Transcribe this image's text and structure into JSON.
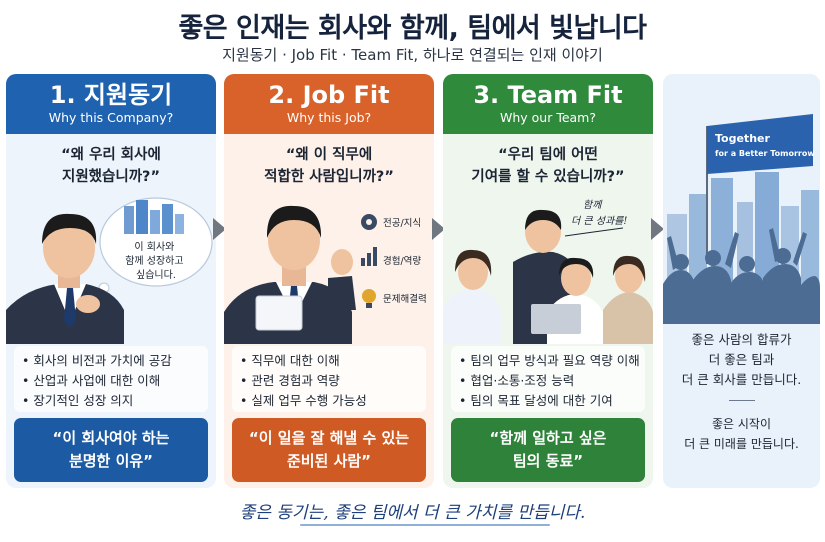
{
  "header": {
    "title": "좋은 인재는 회사와 함께, 팀에서 빛납니다",
    "subtitle": "지원동기 · Job Fit · Team Fit, 하나로 연결되는 인재 이야기"
  },
  "panels": [
    {
      "heading": "1. 지원동기",
      "subheading": "Why this Company?",
      "question": [
        "“왜 우리 회사에",
        "지원했습니까?”"
      ],
      "thought_bubble": [
        "이 회사와",
        "함께 성장하고",
        "싶습니다."
      ],
      "bullets": [
        "회사의 비전과 가치에 공감",
        "산업과 사업에 대한 이해",
        "장기적인 성장 의지"
      ],
      "callout": [
        "“이 회사여야 하는",
        "분명한 이유”"
      ],
      "color": "#1f63b0"
    },
    {
      "heading": "2. Job Fit",
      "subheading": "Why this Job?",
      "question": [
        "“왜 이 직무에",
        "적합한 사람입니까?”"
      ],
      "skills": [
        "전공/지식",
        "경험/역량",
        "문제해결력"
      ],
      "bullets": [
        "직무에 대한 이해",
        "관련 경험과 역량",
        "실제 업무 수행 가능성"
      ],
      "callout": [
        "“이 일을 잘 해낼 수 있는",
        "준비된 사람”"
      ],
      "color": "#d9612a"
    },
    {
      "heading": "3. Team Fit",
      "subheading": "Why our Team?",
      "question": [
        "“우리 팀에 어떤",
        "기여를 할 수 있습니까?”"
      ],
      "handwritten": [
        "함께",
        "더 큰 성과를!"
      ],
      "bullets": [
        "팀의 업무 방식과 필요 역량 이해",
        "협업·소통·조정 능력",
        "팀의 목표 달성에 대한 기여"
      ],
      "callout": [
        "“함께 일하고 싶은",
        "팀의 동료”"
      ],
      "color": "#2f8a3c"
    }
  ],
  "outcome": {
    "flag": [
      "Together",
      "for a Better Tomorrow"
    ],
    "message": [
      "좋은 사람의 합류가",
      "더 좋은 팀과",
      "더 큰 회사를 만듭니다."
    ],
    "closing": [
      "좋은 시작이",
      "더 큰 미래를 만듭니다."
    ]
  },
  "footer": "좋은 동기는, 좋은 팀에서 더 큰 가치를 만듭니다."
}
